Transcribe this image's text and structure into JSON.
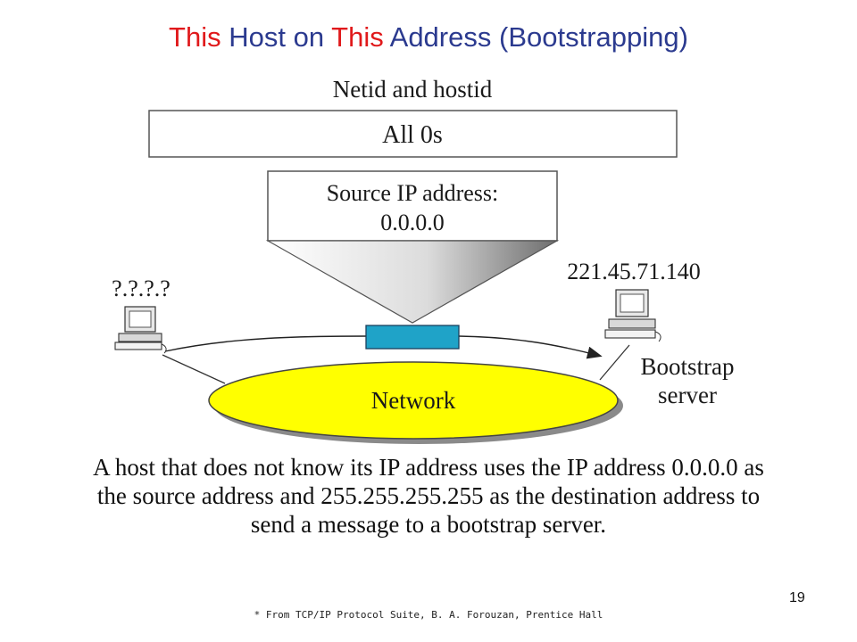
{
  "title": {
    "w1": "This",
    "w2": "Host",
    "w3": "on",
    "w4": "This",
    "w5": "Address",
    "w6": "(Bootstrapping)"
  },
  "diagram": {
    "header_label": "Netid and hostid",
    "field_value": "All 0s",
    "packet_line1": "Source IP address:",
    "packet_line2": "0.0.0.0",
    "client_address": "?.?.?.?",
    "server_address": "221.45.71.140",
    "server_label_line1": "Bootstrap",
    "server_label_line2": "server",
    "network_label": "Network",
    "colors": {
      "network_fill": "#ffff00",
      "packet_fill": "#1fa3c8"
    }
  },
  "caption": "A host that does not know its IP address uses the IP address 0.0.0.0 as the source address and 255.255.255.255 as the destination address to send a message to a bootstrap server.",
  "footnote": "* From TCP/IP Protocol Suite, B. A. Forouzan, Prentice Hall",
  "page_number": "19"
}
